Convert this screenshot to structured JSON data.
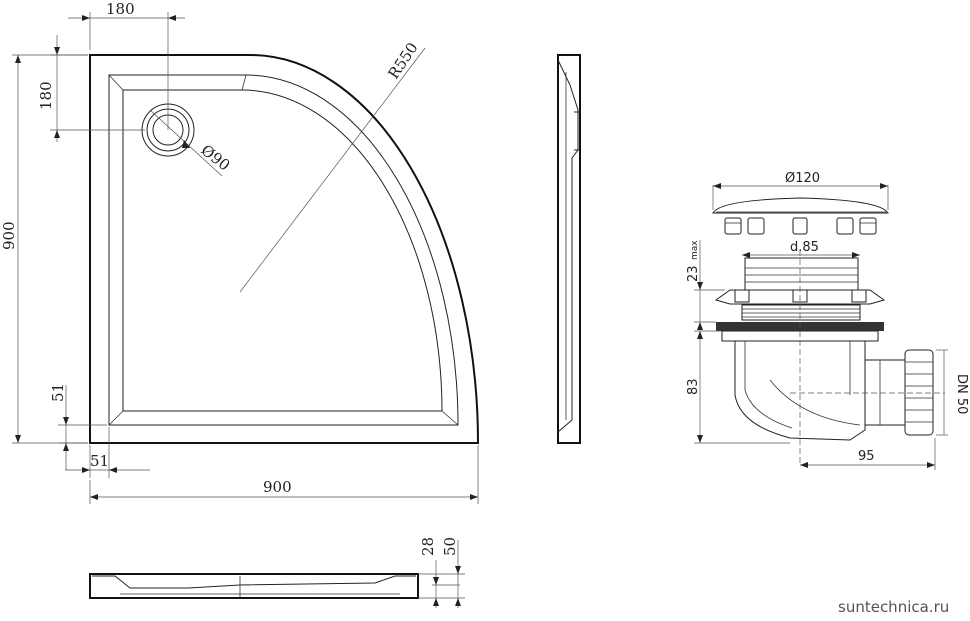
{
  "drawing": {
    "top_view": {
      "dim_top_width": "180",
      "dim_left_offset": "180",
      "dim_height": "900",
      "dim_radius": "R550",
      "dim_drain": "Ø90",
      "dim_rim_left": "51",
      "dim_rim_bottom": "51",
      "dim_width": "900"
    },
    "bottom_view": {
      "dim_inner": "28",
      "dim_total": "50"
    },
    "siphon": {
      "dim_cover": "Ø120",
      "dim_strainer": "d.85",
      "dim_max": "23",
      "dim_max_note": "max",
      "dim_height": "83",
      "dim_outlet_offset": "95",
      "dim_outlet": "DN 50"
    }
  },
  "watermark": "suntechnica.ru"
}
